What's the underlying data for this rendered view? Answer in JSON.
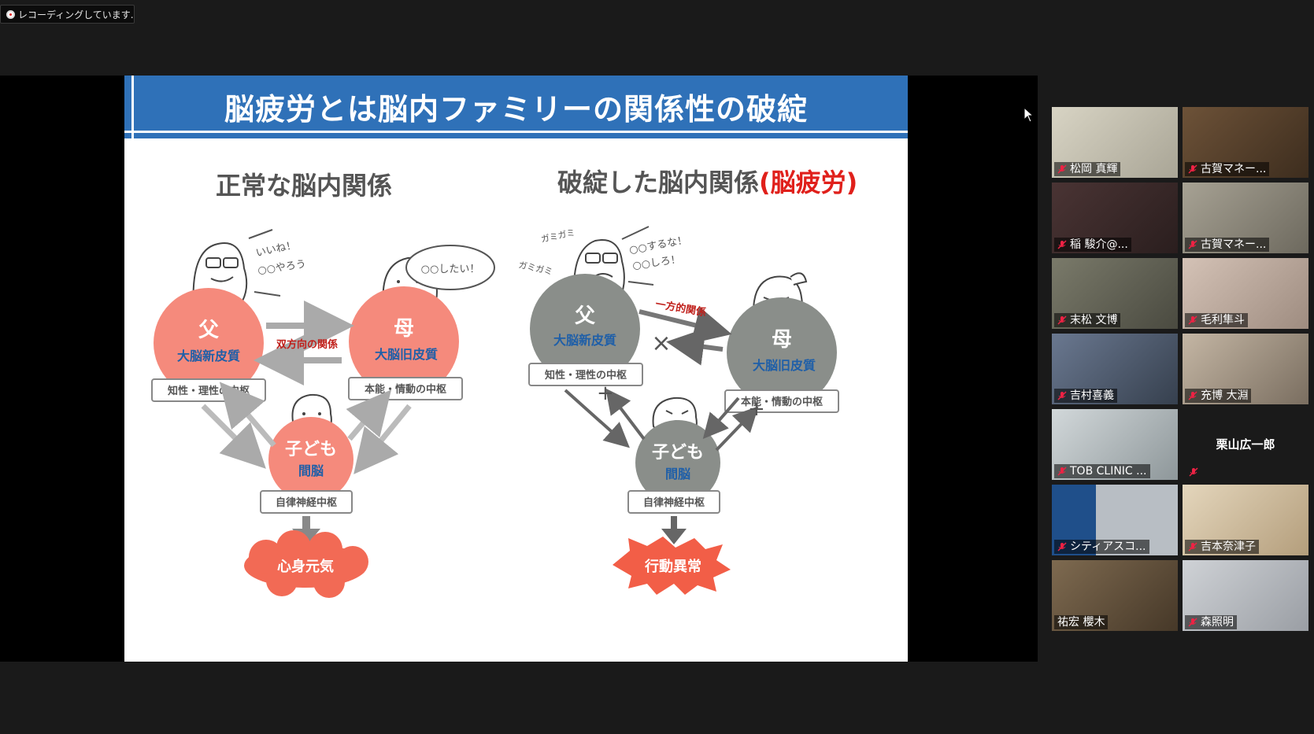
{
  "recording": {
    "label": "レコーディングしています..."
  },
  "slide": {
    "title": "脳疲労とは脳内ファミリーの関係性の破綻",
    "left": {
      "heading": "正常な脳内関係",
      "bubble1": "いいね！",
      "bubble1b": "○○やろう",
      "bubble2": "○○したい！",
      "father": "父",
      "father_sub": "大脳新皮質",
      "father_box": "知性・理性の中枢",
      "mother": "母",
      "mother_sub": "大脳旧皮質",
      "mother_box": "本能・情動の中枢",
      "child": "子ども",
      "child_sub": "間脳",
      "child_box": "自律神経中枢",
      "relation": "双方向の関係",
      "result": "心身元気"
    },
    "right": {
      "heading": "破綻した脳内関係",
      "heading_red": "(脳疲労)",
      "scold1": "ガミガミ",
      "scold2": "ガミガミ",
      "bubble1": "○○するな！",
      "bubble1b": "○○しろ！",
      "father": "父",
      "father_sub": "大脳新皮質",
      "father_box": "知性・理性の中枢",
      "mother": "母",
      "mother_sub": "大脳旧皮質",
      "mother_box": "本能・情動の中枢",
      "child": "子ども",
      "child_sub": "間脳",
      "child_box": "自律神経中枢",
      "relation": "一方的関係",
      "result": "行動異常"
    }
  },
  "participants": [
    {
      "name": "松岡 真輝",
      "muted": true,
      "bg": "#c9c6b8"
    },
    {
      "name": "古賀マネー...",
      "muted": true,
      "bg": "#5b4630"
    },
    {
      "name": "稲 駿介@...",
      "muted": true,
      "bg": "#3a2a2a"
    },
    {
      "name": "古賀マネー...",
      "muted": true,
      "bg": "#8b8578"
    },
    {
      "name": "末松 文博",
      "muted": true,
      "bg": "#6b6b5e"
    },
    {
      "name": "毛利隼斗",
      "muted": true,
      "bg": "#c9b6a9"
    },
    {
      "name": "吉村喜義",
      "muted": true,
      "bg": "#59657a"
    },
    {
      "name": "充博 大淵",
      "muted": true,
      "bg": "#a79a8a"
    },
    {
      "name": "TOB CLINIC ...",
      "muted": true,
      "bg": "#bfc6c8"
    },
    {
      "name": "栗山広一郎",
      "muted": true,
      "bg": "#1a1a1a",
      "video": false
    },
    {
      "name": "シティアスコ...",
      "muted": true,
      "bg": "#8d959c"
    },
    {
      "name": "吉本奈津子",
      "muted": true,
      "bg": "#d8c7a8"
    },
    {
      "name": "祐宏 櫻木",
      "muted": false,
      "bg": "#6b5a45"
    },
    {
      "name": "森照明",
      "muted": true,
      "bg": "#b6b8bb"
    }
  ],
  "colors": {
    "accent_blue": "#2f71b8",
    "pink": "#f58a7c",
    "gray": "#8a8e8a",
    "red": "#e0201b"
  }
}
